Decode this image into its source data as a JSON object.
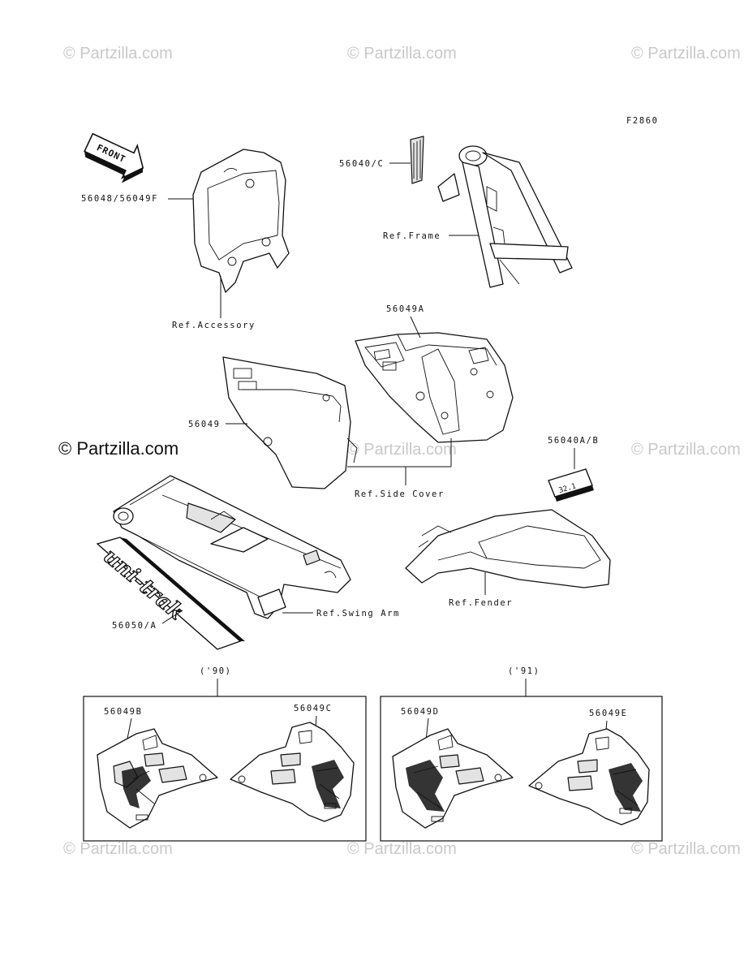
{
  "watermarks": {
    "brand": "© Partzilla.com"
  },
  "figure_code": "F2860",
  "front_arrow": "FRONT",
  "labels": {
    "p56040c": "56040/C",
    "ref_frame": "Ref.Frame",
    "p56048": "56048/56049F",
    "ref_accessory": "Ref.Accessory",
    "p56049a": "56049A",
    "p56049": "56049",
    "ref_side_cover": "Ref.Side Cover",
    "p56040ab": "56040A/B",
    "ref_fender": "Ref.Fender",
    "ref_swing_arm": "Ref.Swing Arm",
    "p56050a": "56050/A",
    "year90": "('90)",
    "year91": "('91)",
    "p56049b": "56049B",
    "p56049c": "56049C",
    "p56049d": "56049D",
    "p56049e": "56049E"
  },
  "decal_texts": {
    "uni_trak": "uni-trak",
    "tag": "32.1"
  }
}
